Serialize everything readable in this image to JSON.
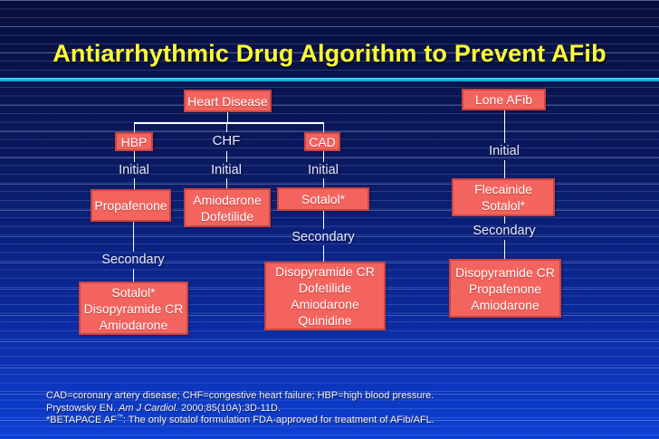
{
  "slide": {
    "title": "Antiarrhythmic Drug Algorithm to Prevent AFib"
  },
  "colors": {
    "background_top": "#070f3c",
    "background_bottom": "#0d40d4",
    "stripe": "#aebcf0",
    "title_text": "#ffff33",
    "divider": "#00c6f0",
    "box_fill": "#f4645e",
    "box_border": "#c94540",
    "box_text": "#ffffff",
    "label_text": "#e8ebfd",
    "connector": "#ffffff",
    "footer_text": "#f5f5f5"
  },
  "labels": {
    "initial": "Initial",
    "secondary": "Secondary"
  },
  "nodes": {
    "heart_disease": {
      "lines": [
        "Heart Disease"
      ]
    },
    "lone_afib": {
      "lines": [
        "Lone AFib"
      ]
    },
    "hbp": {
      "lines": [
        "HBP"
      ]
    },
    "chf": {
      "label": "CHF"
    },
    "cad": {
      "lines": [
        "CAD"
      ]
    },
    "hbp_initial_drug": {
      "lines": [
        "Propafenone"
      ]
    },
    "chf_initial_drugs": {
      "lines": [
        "Amiodarone",
        "Dofetilide"
      ]
    },
    "cad_initial_drug": {
      "lines": [
        "Sotalol*"
      ]
    },
    "lone_initial_drugs": {
      "lines": [
        "Flecainide",
        "Sotalol*"
      ]
    },
    "hbp_secondary_drugs": {
      "lines": [
        "Sotalol*",
        "Disopyramide CR",
        "Amiodarone"
      ]
    },
    "cad_secondary_drugs": {
      "lines": [
        "Disopyramide CR",
        "Dofetilide",
        "Amiodarone",
        "Quinidine"
      ]
    },
    "lone_secondary_drugs": {
      "lines": [
        "Disopyramide CR",
        "Propafenone",
        "Amiodarone"
      ]
    }
  },
  "footer": {
    "line1": "CAD=coronary artery disease; CHF=congestive heart failure; HBP=high blood pressure.",
    "line2_pre": "Prystowsky EN. ",
    "line2_italic": "Am J Cardiol.",
    "line2_post": " 2000;85(10A):3D-11D.",
    "line3_pre": "*BETAPACE AF",
    "line3_tm": "™",
    "line3_post": ": The only sotalol formulation FDA-approved for treatment of AFib/AFL."
  }
}
